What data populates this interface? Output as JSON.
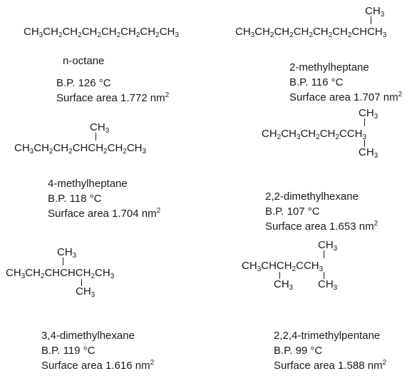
{
  "compounds": [
    {
      "main": [
        "CH",
        "3",
        "CH",
        "2",
        "CH",
        "2",
        "CH",
        "2",
        "CH",
        "2",
        "CH",
        "2",
        "CH",
        "2",
        "CH",
        "3"
      ],
      "name": "n-octane",
      "bp": "B.P. 126 °C",
      "area_prefix": "Surface area 1.772 nm",
      "area_exp": "2"
    },
    {
      "main": [
        "CH",
        "3",
        "CH",
        "2",
        "CH",
        "2",
        "CH",
        "2",
        "CH",
        "2",
        "CH",
        "2",
        "CHCH",
        "3"
      ],
      "top": [
        "CH",
        "3"
      ],
      "name": "2-methylheptane",
      "bp": "B.P. 116 °C",
      "area_prefix": "Surface area 1.707 nm",
      "area_exp": "2"
    },
    {
      "main": [
        "CH",
        "3",
        "CH",
        "2",
        "CH",
        "2",
        "CHCH",
        "2",
        "CH",
        "2",
        "CH",
        "3"
      ],
      "top": [
        "CH",
        "3"
      ],
      "name": "4-methylheptane",
      "bp": "B.P. 118 °C",
      "area_prefix": "Surface area 1.704 nm",
      "area_exp": "2"
    },
    {
      "main": [
        "CH",
        "2",
        "CH",
        "3",
        "CH",
        "2",
        "CH",
        "2",
        "CCH",
        "3"
      ],
      "top": [
        "CH",
        "3"
      ],
      "bottom": [
        "CH",
        "3"
      ],
      "name": "2,2-dimethylhexane",
      "bp": "B.P. 107 °C",
      "area_prefix": "Surface area 1.653 nm",
      "area_exp": "2"
    },
    {
      "main": [
        "CH",
        "3",
        "CH",
        "2",
        "CHCHCH",
        "2",
        "CH",
        "3"
      ],
      "top": [
        "CH",
        "3"
      ],
      "bottom": [
        "CH",
        "3"
      ],
      "name": "3,4-dimethylhexane",
      "bp": "B.P. 119 °C",
      "area_prefix": "Surface area 1.616 nm",
      "area_exp": "2"
    },
    {
      "main": [
        "CH",
        "3",
        "CHCH",
        "2",
        "CCH",
        "3"
      ],
      "top": [
        "CH",
        "3"
      ],
      "bottom_left": [
        "CH",
        "3"
      ],
      "bottom_right": [
        "CH",
        "3"
      ],
      "name": "2,2,4-trimethylpentane",
      "bp": "B.P. 99 °C",
      "area_prefix": "Surface area 1.588 nm",
      "area_exp": "2"
    }
  ]
}
